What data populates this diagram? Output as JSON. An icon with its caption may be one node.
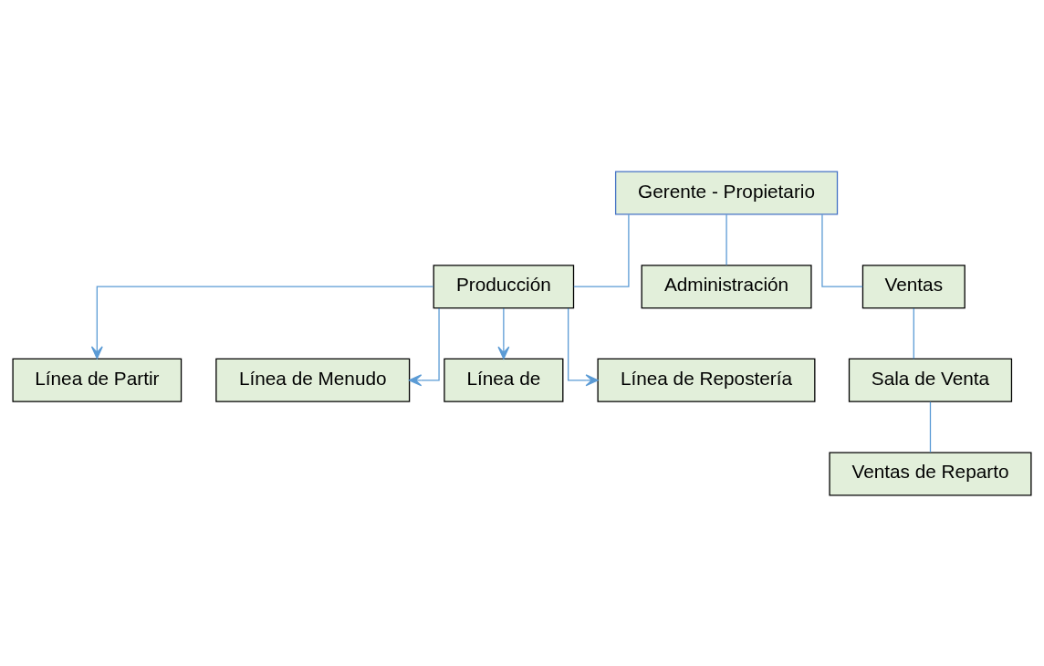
{
  "diagram": {
    "nodes": [
      {
        "text": [
          "Gerente - Propietario"
        ]
      },
      {
        "text": [
          "Producción"
        ]
      },
      {
        "text": [
          "Administración"
        ]
      },
      {
        "text": [
          "Ventas"
        ]
      },
      {
        "text": [
          "Línea de Partir"
        ]
      },
      {
        "text": [
          "Línea de Menudo"
        ]
      },
      {
        "text": [
          "Línea de"
        ]
      },
      {
        "text": [
          "Línea de Repostería"
        ]
      },
      {
        "text": [
          "Sala de Venta"
        ]
      },
      {
        "text": [
          "Ventas de Reparto"
        ]
      }
    ],
    "edges": [
      {
        "from": 0,
        "to": 1,
        "arrow": "none"
      },
      {
        "from": 0,
        "to": 2,
        "arrow": "none"
      },
      {
        "from": 0,
        "to": 3,
        "arrow": "none"
      },
      {
        "from": 1,
        "to": 4,
        "arrow": "to"
      },
      {
        "from": 1,
        "to": 5,
        "arrow": "to"
      },
      {
        "from": 1,
        "to": 6,
        "arrow": "to"
      },
      {
        "from": 1,
        "to": 7,
        "arrow": "to"
      },
      {
        "from": 3,
        "to": 8,
        "arrow": "none"
      },
      {
        "from": 8,
        "to": 9,
        "arrow": "none"
      }
    ]
  }
}
